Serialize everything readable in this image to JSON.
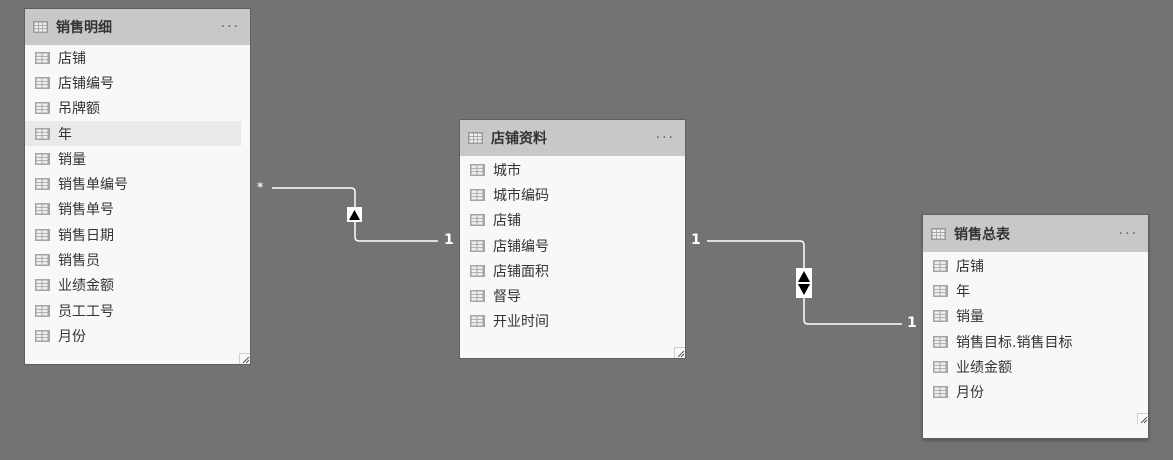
{
  "canvas": {
    "background": "#737373"
  },
  "tables": [
    {
      "id": "sales-detail",
      "title": "销售明细",
      "more_label": "···",
      "hovered_field": "年",
      "fields": [
        "店铺",
        "店铺编号",
        "吊牌额",
        "年",
        "销量",
        "销售单编号",
        "销售单号",
        "销售日期",
        "销售员",
        "业绩金额",
        "员工工号",
        "月份"
      ]
    },
    {
      "id": "store-info",
      "title": "店铺资料",
      "more_label": "···",
      "fields": [
        "城市",
        "城市编码",
        "店铺",
        "店铺编号",
        "店铺面积",
        "督导",
        "开业时间"
      ]
    },
    {
      "id": "sales-summary",
      "title": "销售总表",
      "more_label": "···",
      "fields": [
        "店铺",
        "年",
        "销量",
        "销售目标.销售目标",
        "业绩金额",
        "月份"
      ]
    }
  ],
  "relationships": [
    {
      "from": "销售明细",
      "to": "店铺资料",
      "from_cardinality": "*",
      "to_cardinality": "1",
      "filter_direction": "single",
      "direction_icon": "▲"
    },
    {
      "from": "店铺资料",
      "to": "销售总表",
      "from_cardinality": "1",
      "to_cardinality": "1",
      "filter_direction": "both",
      "direction_icon_up": "▲",
      "direction_icon_down": "▼"
    }
  ],
  "colors": {
    "header_bg": "#c8c8c8",
    "card_bg": "#f8f8f8",
    "hover_row_bg": "#e9e9e9",
    "line": "#ffffff",
    "text": "#333333"
  }
}
